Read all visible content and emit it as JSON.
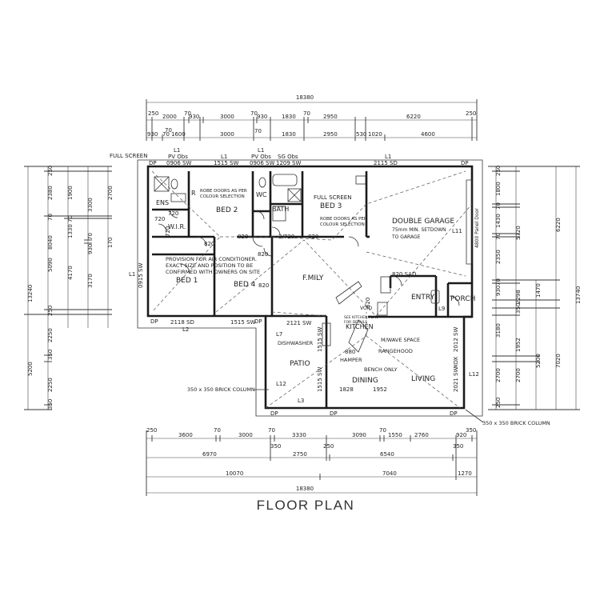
{
  "title": "FLOOR PLAN",
  "top_dims": {
    "overall": "18380",
    "row1": [
      "250",
      "2000",
      "70",
      "930",
      "3000",
      "70",
      "930",
      "1830",
      "70",
      "2950",
      "6220",
      "250"
    ],
    "row1b": [
      "70",
      "930",
      "70"
    ],
    "row2": [
      "930",
      "70",
      "1600",
      "3000",
      "70",
      "1830",
      "2950",
      "530",
      "1020",
      "4600"
    ],
    "row2b": [
      "70"
    ]
  },
  "openings_top": {
    "full_screen": "FULL SCREEN",
    "l1_a": "L1",
    "pv_obs_a": "PV Obs",
    "w0906_a": "0906 SW",
    "l1_b": "L1",
    "w1515": "1515 SW",
    "l1_c": "L1",
    "pv_obs_b": "PV Obs",
    "w0906_b": "0906 SW",
    "sg_obs": "SG Obs",
    "w1209": "1209 SW",
    "l1_d": "L1",
    "w2115": "2115 SD",
    "dp_a": "DP",
    "dp_b": "DP"
  },
  "rooms": {
    "ens": "ENS",
    "wir": "W.I.R.",
    "bed2": "BED 2",
    "wc": "WC",
    "bath": "BATH",
    "bed3": "BED 3",
    "double_garage": "DOUBLE GARAGE",
    "garage_note1": "75mm MIN. SETDOWN",
    "garage_note2": "TO GARAGE",
    "bed1": "BED 1",
    "bed4": "BED 4",
    "family": "F.MILY",
    "entry": "ENTRY",
    "porch": "PORCH",
    "patio": "PATIO",
    "dining": "DINING",
    "living": "LIVING",
    "kitchen": "KITCHEN",
    "robe_a1": "ROBE DOORS AS PER",
    "robe_a2": "COLOUR SELECTION",
    "robe_b1": "ROBE DOORS AS PER",
    "robe_b2": "COLOUR SELECTION",
    "full_screen_b": "FULL SCREEN",
    "r_label": "R",
    "aircon1": "PROVISION FOR AIR CONDITIONER.",
    "aircon2": "EXACT SIZE AND POSITION TO BE",
    "aircon3": "CONFIRMED WITH OWNERS ON SITE",
    "void": "VOID",
    "see_kitchen1": "SEE KITCHEN PLAN",
    "see_kitchen2": "FOR DETAILS",
    "dishwasher": "DISHWASHER",
    "mwave": "M/WAVE SPACE",
    "rangehood": "RANGEHOOD",
    "hamper": "HAMPER",
    "bench": "BENCH ONLY",
    "brick1": "350 x 350 BRICK COLUMN",
    "brick2": "350 x 350 BRICK COLUMN",
    "panel_door": "4800 Panel Door"
  },
  "door_labels": {
    "d720a": "720",
    "d720b": "720",
    "d720c": "720",
    "d720d": "2/720",
    "d820a": "820",
    "d820b": "820",
    "d820c": "820",
    "d820d": "820 SAD",
    "d820e": "820",
    "d820f": "820",
    "w0915": "0915 SW",
    "w2118": "2118 SD",
    "w1515b": "1515 SW",
    "w2121": "2121 SW",
    "w1515c": "1515 SW",
    "w1515d": "1515 SW",
    "w2012": "2012 SW",
    "w2021": "2021 SW",
    "xox": "XOX",
    "dp1": "DP",
    "dp2": "DP",
    "dp3": "DP",
    "dp4": "DP",
    "dp5": "DP",
    "l1e": "L1",
    "l2": "L2",
    "l3": "L3",
    "l7": "L7",
    "l9": "L9",
    "l11": "L11",
    "l12a": "L12",
    "l12b": "L12",
    "d1828": "1828",
    "d1952": "1952",
    "d880": "880",
    "d620": "620"
  },
  "left_dims": {
    "a": [
      "250",
      "2380",
      "70",
      "1900",
      "70"
    ],
    "b": [
      "1330",
      "70",
      "930",
      "170"
    ],
    "c": [
      "3300",
      "70",
      "5090",
      "4170"
    ],
    "d": [
      "2700",
      "170",
      "3170"
    ],
    "e": [
      "8040",
      "13240",
      "250",
      "2250",
      "5200",
      "350",
      "2250",
      "350"
    ]
  },
  "right_dims": {
    "a": [
      "250",
      "1800",
      "70",
      "1430",
      "70",
      "2350",
      "70",
      "930",
      "1470",
      "5720",
      "6220",
      "13740"
    ],
    "b": [
      "2298",
      "350",
      "3180",
      "1952",
      "2700",
      "2700",
      "250",
      "7020",
      "5200"
    ]
  },
  "bottom_dims": {
    "row1": [
      "250",
      "3600",
      "70",
      "3000",
      "70",
      "3330",
      "3090",
      "70",
      "1550",
      "2760",
      "920",
      "350"
    ],
    "row2": [
      "6970",
      "350",
      "2750",
      "250",
      "6540",
      "350"
    ],
    "row3": [
      "10070",
      "7040",
      "1270"
    ],
    "overall": "18380"
  }
}
